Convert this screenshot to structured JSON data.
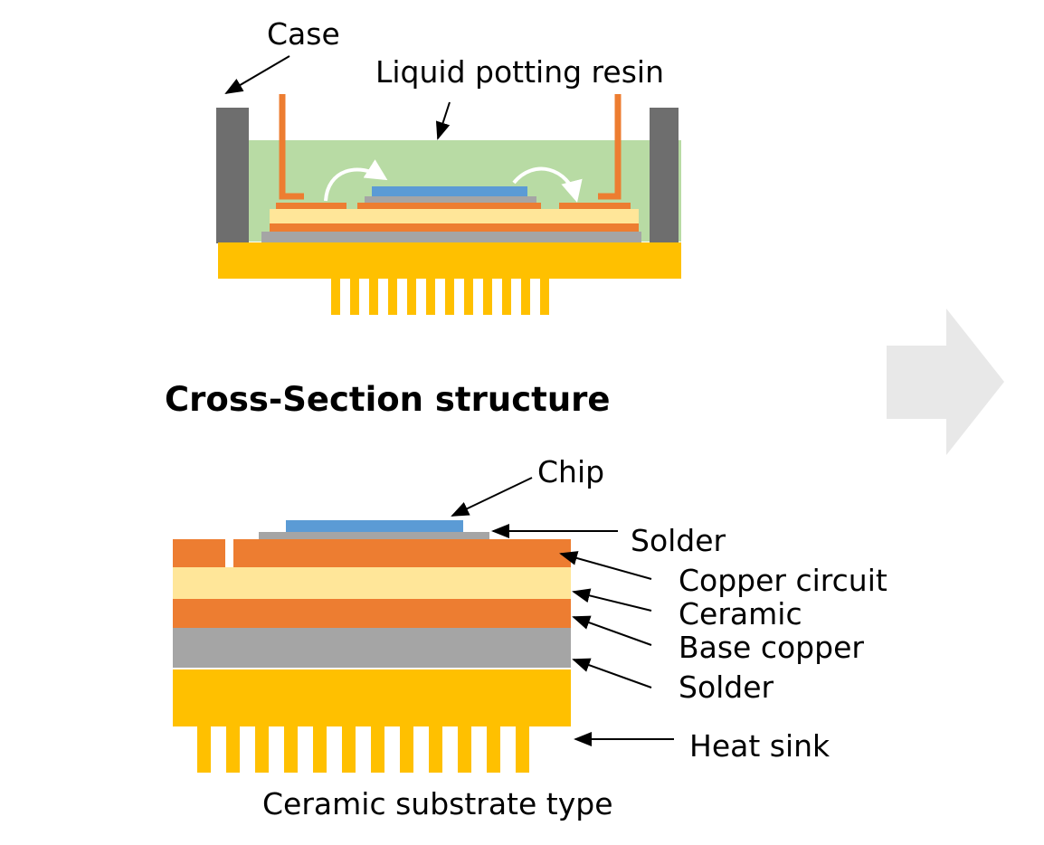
{
  "top": {
    "case_label": "Case",
    "resin_label": "Liquid potting resin"
  },
  "section_title": "Cross-Section structure",
  "bottom": {
    "chip_label": "Chip",
    "solder_top_label": "Solder",
    "copper_circuit_label": "Copper circuit",
    "ceramic_label": "Ceramic",
    "base_copper_label": "Base copper",
    "solder_bottom_label": "Solder",
    "heat_sink_label": "Heat sink",
    "caption": "Ceramic substrate type"
  },
  "colors": {
    "heat_sink": "#FFC000",
    "copper": "#ED7D31",
    "ceramic": "#FFE699",
    "solder_gray": "#A5A5A5",
    "chip_blue": "#5B9BD5",
    "resin_green": "#B8DBA4",
    "case_gray": "#6E6E6E",
    "next_arrow": "#E8E8E8"
  }
}
